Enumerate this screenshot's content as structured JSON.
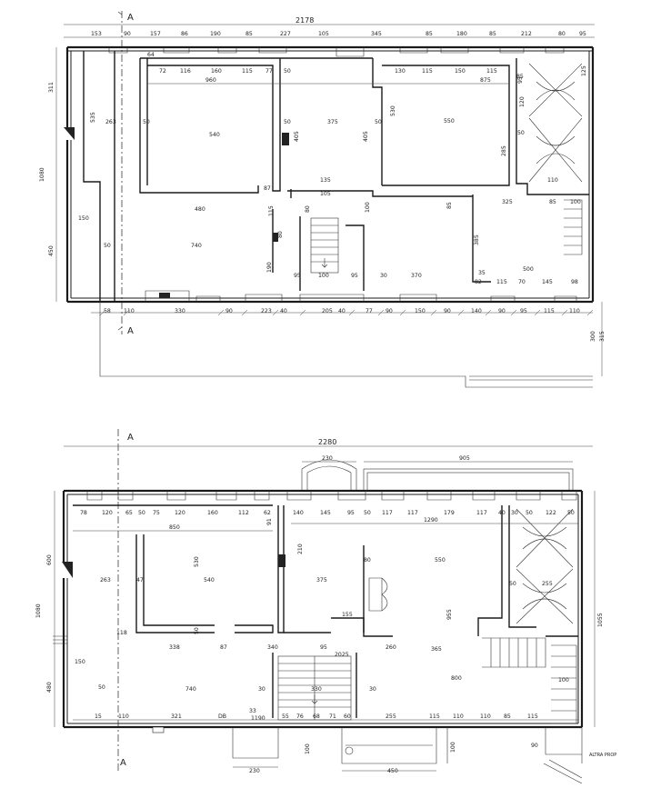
{
  "plan_top": {
    "section_label": "A",
    "overall_width": "2178",
    "top_dims": [
      "153",
      "90",
      "157",
      "86",
      "190",
      "85",
      "227",
      "105",
      "345",
      "85",
      "180",
      "85",
      "212",
      "80",
      "95"
    ],
    "inner_row1": [
      "64",
      "72",
      "116",
      "160",
      "115",
      "77",
      "50",
      "130",
      "115",
      "150",
      "115",
      "85"
    ],
    "inner_span_left": "960",
    "inner_span_right": "875",
    "left_vertical": [
      "311",
      "1080",
      "450"
    ],
    "room_labels": [
      "535",
      "263",
      "50",
      "540",
      "50",
      "375",
      "405",
      "405",
      "50",
      "530",
      "550",
      "120",
      "50",
      "285",
      "110",
      "87",
      "135",
      "105",
      "115",
      "80",
      "100",
      "85",
      "325",
      "85",
      "100",
      "480",
      "150",
      "50",
      "740",
      "80",
      "190",
      "385",
      "500",
      "95",
      "100",
      "95",
      "30",
      "370",
      "35",
      "82",
      "115",
      "70",
      "145",
      "98"
    ],
    "bottom_dims": [
      "58",
      "110",
      "330",
      "90",
      "223",
      "40",
      "205",
      "40",
      "77",
      "90",
      "150",
      "90",
      "140",
      "90",
      "95",
      "115",
      "110"
    ],
    "right_dims": [
      "300",
      "315",
      "95",
      "125"
    ]
  },
  "plan_bottom": {
    "section_label": "A",
    "overall_width": "2280",
    "top_dims": [
      "230",
      "905"
    ],
    "inner_row1": [
      "78",
      "120",
      "65",
      "50",
      "75",
      "120",
      "160",
      "112",
      "62",
      "140",
      "145",
      "95",
      "50",
      "117",
      "117",
      "179",
      "117",
      "40",
      "30",
      "50",
      "122",
      "50"
    ],
    "inner_span_left": "850",
    "inner_span_right": "1290",
    "left_vertical": [
      "600",
      "1080",
      "480"
    ],
    "right_vertical": "1055",
    "room_labels": [
      "91",
      "210",
      "263",
      "47",
      "540",
      "530",
      "375",
      "80",
      "550",
      "50",
      "255",
      "155",
      "955",
      "118",
      "50",
      "338",
      "87",
      "340",
      "95",
      "2025",
      "260",
      "365",
      "150",
      "800",
      "100",
      "50",
      "740",
      "30",
      "330",
      "30",
      "15",
      "110",
      "321",
      "DB",
      "33",
      "1190",
      "55",
      "76",
      "68",
      "71",
      "60",
      "255",
      "115",
      "110",
      "110",
      "85",
      "115"
    ],
    "bottom_dims": [
      "230",
      "100",
      "450",
      "100",
      "90"
    ],
    "note": "ALTRA PROP"
  }
}
